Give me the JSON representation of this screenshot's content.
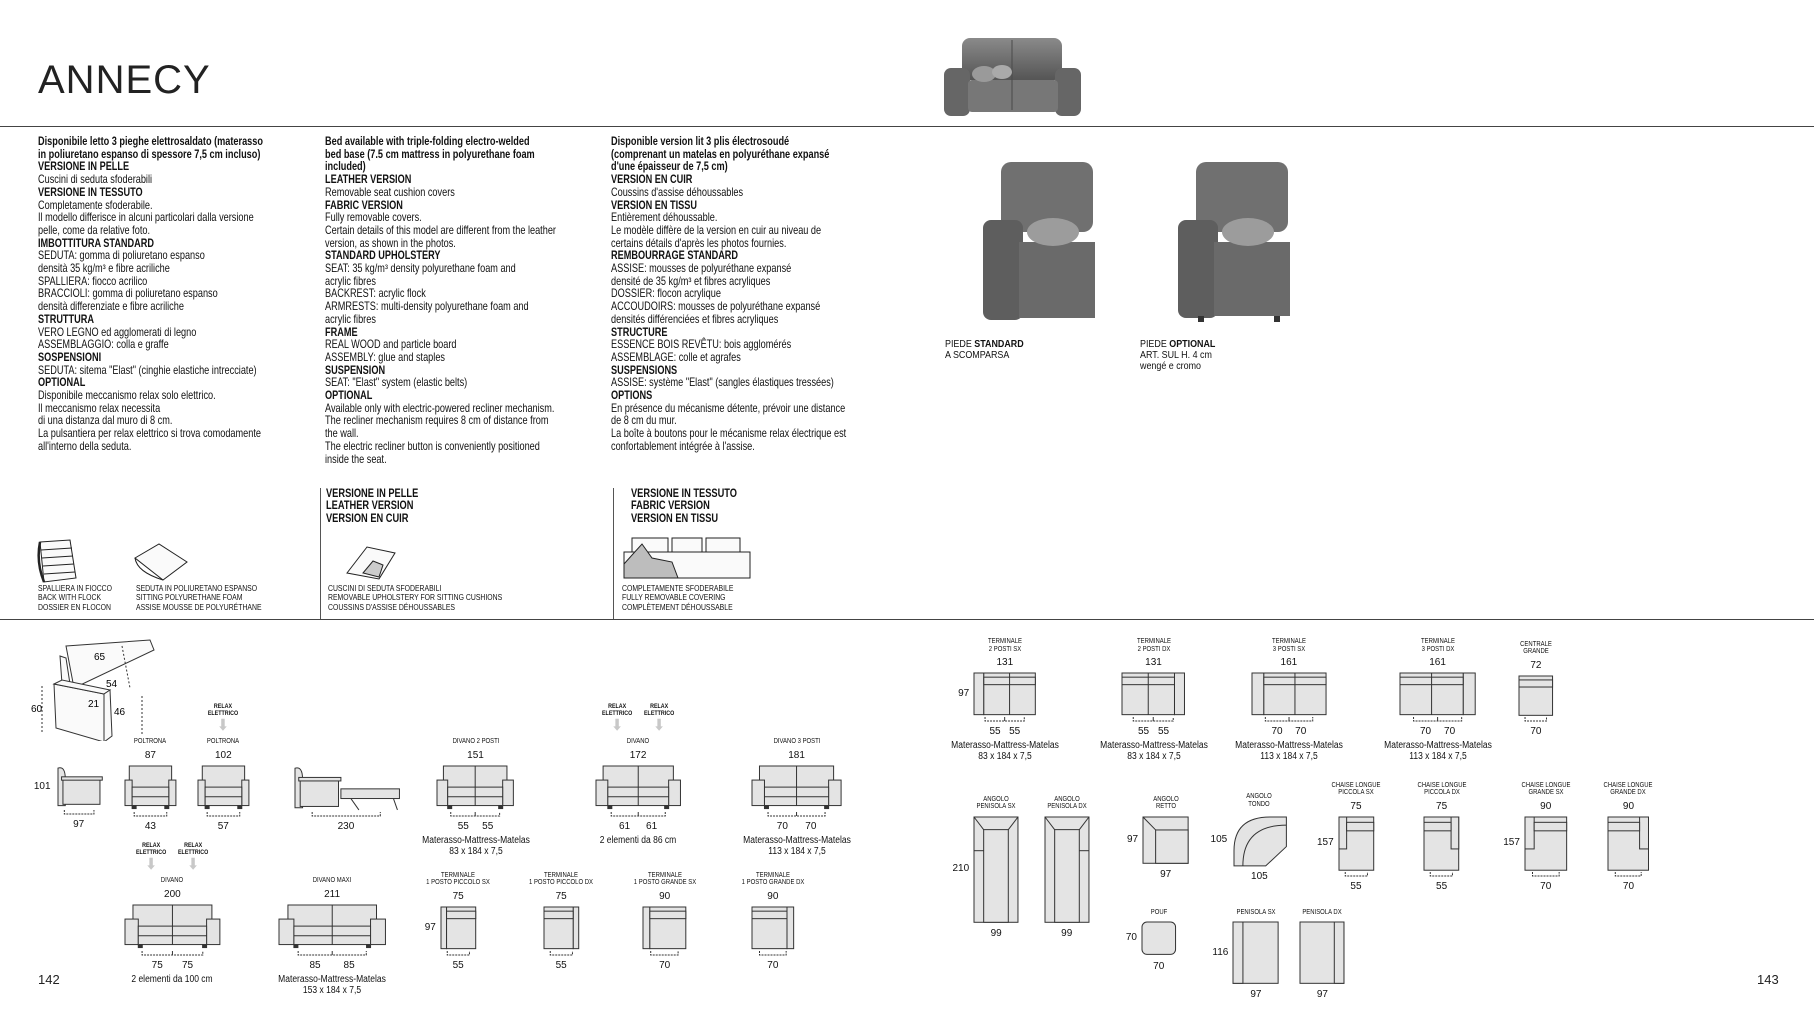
{
  "header": {
    "title": "ANNECY",
    "page_left": "142",
    "page_right": "143"
  },
  "columns": [
    {
      "lines": [
        {
          "h": "Disponibile letto 3 pieghe elettrosaldato (materasso"
        },
        {
          "h": "in poliuretano espanso di spessore 7,5 cm incluso)"
        },
        {
          "h": "VERSIONE IN PELLE"
        },
        "Cuscini di seduta sfoderabili",
        {
          "h": "VERSIONE IN TESSUTO"
        },
        "Completamente sfoderabile.",
        "Il modello differisce in alcuni particolari dalla versione",
        "pelle, come da relative foto.",
        {
          "h": "IMBOTTITURA STANDARD"
        },
        "SEDUTA: gomma di poliuretano espanso",
        "densità 35 kg/m³ e fibre acriliche",
        "SPALLIERA: fiocco acrilico",
        "BRACCIOLI: gomma di poliuretano espanso",
        "densità differenziate e fibre acriliche",
        {
          "h": "STRUTTURA"
        },
        "VERO LEGNO ed agglomerati di legno",
        "ASSEMBLAGGIO: colla e graffe",
        {
          "h": "SOSPENSIONI"
        },
        "SEDUTA: sitema \"Elast\" (cinghie elastiche intrecciate)",
        {
          "h": "OPTIONAL"
        },
        "Disponibile meccanismo relax solo elettrico.",
        "Il meccanismo relax necessita",
        "di una distanza dal muro di 8 cm.",
        "La pulsantiera per relax elettrico si trova comodamente",
        "all'interno della seduta."
      ]
    },
    {
      "lines": [
        {
          "h": "Bed available with triple-folding electro-welded"
        },
        {
          "h": "bed base (7.5 cm mattress in polyurethane foam"
        },
        {
          "h": "included)"
        },
        {
          "h": "LEATHER VERSION"
        },
        "Removable seat cushion covers",
        {
          "h": "FABRIC VERSION"
        },
        "Fully removable covers.",
        "Certain details of this model are different from the leather",
        "version, as shown in the photos.",
        {
          "h": "STANDARD UPHOLSTERY"
        },
        "SEAT: 35 kg/m³ density polyurethane foam and",
        "acrylic fibres",
        "BACKREST: acrylic flock",
        "ARMRESTS: multi-density polyurethane foam and",
        "acrylic fibres",
        {
          "h": "FRAME"
        },
        "REAL WOOD and particle board",
        "ASSEMBLY: glue and staples",
        {
          "h": "SUSPENSION"
        },
        "SEAT: \"Elast\" system (elastic belts)",
        {
          "h": "OPTIONAL"
        },
        "Available only with electric-powered recliner mechanism.",
        "The recliner mechanism requires 8 cm of distance from",
        "the wall.",
        "The electric recliner button is conveniently positioned",
        "inside the seat."
      ]
    },
    {
      "lines": [
        {
          "h": "Disponible version lit 3 plis électrosoudé"
        },
        {
          "h": "(comprenant un matelas en polyuréthane expansé"
        },
        {
          "h": "d'une épaisseur de 7,5 cm)"
        },
        {
          "h": "VERSION EN CUIR"
        },
        "Coussins d'assise déhoussables",
        {
          "h": "VERSION EN TISSU"
        },
        "Entièrement déhoussable.",
        "Le modèle diffère de la version en cuir au niveau de",
        "certains détails d'après les photos fournies.",
        {
          "h": "REMBOURRAGE STANDARD"
        },
        "ASSISE: mousses de polyuréthane expansé",
        "densité de 35 kg/m³ et fibres acryliques",
        "DOSSIER: flocon acrylique",
        "ACCOUDOIRS: mousses de polyuréthane expansé",
        "densités différenciées et fibres acryliques",
        {
          "h": "STRUCTURE"
        },
        "ESSENCE BOIS REVÊTU: bois agglomérés",
        "ASSEMBLAGE: colle et agrafes",
        {
          "h": "SUSPENSIONS"
        },
        "ASSISE: système \"Elast\" (sangles élastiques tressées)",
        {
          "h": "OPTIONS"
        },
        "En présence du mécanisme détente, prévoir une distance",
        "de 8 cm du mur.",
        "La boîte à boutons pour le mécanisme relax électrique est",
        "confortablement intégrée à l'assise."
      ]
    }
  ],
  "feet": [
    {
      "prefix": "PIEDE ",
      "strong": "STANDARD",
      "lines": [
        "A SCOMPARSA"
      ]
    },
    {
      "prefix": "PIEDE ",
      "strong": "OPTIONAL",
      "lines": [
        "ART. SUL H. 4 cm",
        "wengé e cromo"
      ]
    }
  ],
  "features": [
    {
      "icon": "flock-back-icon",
      "lines": [
        "Spalliera in fiocco",
        "Back with flock",
        "Dossier en flocon"
      ]
    },
    {
      "icon": "foam-seat-icon",
      "lines": [
        "Seduta in poliuretano espanso",
        "Sitting polyurethane foam",
        "Assise mousse de polyuréthane"
      ]
    },
    {
      "icon": "removable-cushion-icon",
      "lines": [
        "Cuscini di seduta sfoderabili",
        "Removable upholstery for sitting cushions",
        "Coussins d'assise déhoussables"
      ]
    },
    {
      "icon": "removable-sofa-cover-icon",
      "lines": [
        "Completamente sfoderabile",
        "Fully removable covering",
        "Complètement déhoussable"
      ]
    }
  ],
  "versions": [
    {
      "lines": [
        "VERSIONE IN PELLE",
        "LEATHER VERSION",
        "VERSION EN CUIR"
      ]
    },
    {
      "lines": [
        "VERSIONE IN TESSUTO",
        "FABRIC VERSION",
        "VERSION EN TISSU"
      ]
    }
  ],
  "perspective_dims": [
    "65",
    "54",
    "60",
    "21",
    "46"
  ],
  "relax_label": [
    "RELAX",
    "ELETTRICO"
  ],
  "diagrams": [
    {
      "id": "side-chair",
      "shape": "side-chair",
      "label": [],
      "left": "101",
      "bottom": [
        "97"
      ],
      "notes": []
    },
    {
      "id": "poltrona-87",
      "shape": "front-1",
      "label": [
        "POLTRONA"
      ],
      "top": "87",
      "bottom": [
        "43"
      ],
      "notes": []
    },
    {
      "id": "poltrona-102",
      "shape": "front-1",
      "relax": 1,
      "label": [
        "POLTRONA"
      ],
      "top": "102",
      "bottom": [
        "57"
      ],
      "notes": []
    },
    {
      "id": "letto",
      "shape": "side-bed",
      "label": [],
      "bottom": [
        "230"
      ],
      "notes": []
    },
    {
      "id": "divano-151",
      "shape": "front-2",
      "label": [
        "DIVANO 2 POSTI"
      ],
      "top": "151",
      "bottom": [
        "55",
        "55"
      ],
      "notes": [
        "Materasso-Mattress-Matelas",
        "83 x 184 x 7,5"
      ]
    },
    {
      "id": "divano-172",
      "shape": "front-2",
      "relax": 2,
      "label": [
        "DIVANO"
      ],
      "top": "172",
      "bottom": [
        "61",
        "61"
      ],
      "notes": [
        "2 elementi da 86 cm"
      ]
    },
    {
      "id": "divano-181",
      "shape": "front-2",
      "label": [
        "DIVANO 3 POSTI"
      ],
      "top": "181",
      "bottom": [
        "70",
        "70"
      ],
      "notes": [
        "Materasso-Mattress-Matelas",
        "113 x 184 x 7,5"
      ]
    },
    {
      "id": "divano-200",
      "shape": "front-2",
      "relax": 2,
      "label": [
        "DIVANO"
      ],
      "top": "200",
      "bottom": [
        "75",
        "75"
      ],
      "notes": [
        "2 elementi da 100 cm"
      ]
    },
    {
      "id": "divano-211",
      "shape": "front-2",
      "label": [
        "DIVANO MAXI"
      ],
      "top": "211",
      "bottom": [
        "85",
        "85"
      ],
      "notes": [
        "Materasso-Mattress-Matelas",
        "153 x 184 x 7,5"
      ]
    },
    {
      "id": "t1-psx",
      "shape": "top-L1",
      "label": [
        "TERMINALE",
        "1 POSTO PICCOLO SX"
      ],
      "top": "75",
      "left": "97",
      "bottom": [
        "55"
      ],
      "notes": []
    },
    {
      "id": "t1-pdx",
      "shape": "top-R1",
      "label": [
        "TERMINALE",
        "1 POSTO PICCOLO DX"
      ],
      "top": "75",
      "bottom": [
        "55"
      ],
      "notes": []
    },
    {
      "id": "t1-gsx",
      "shape": "top-L1",
      "label": [
        "TERMINALE",
        "1 POSTO GRANDE SX"
      ],
      "top": "90",
      "bottom": [
        "70"
      ],
      "notes": []
    },
    {
      "id": "t1-gdx",
      "shape": "top-R1",
      "label": [
        "TERMINALE",
        "1 POSTO GRANDE DX"
      ],
      "top": "90",
      "bottom": [
        "70"
      ],
      "notes": []
    },
    {
      "id": "t2-sx",
      "shape": "top-L2",
      "label": [
        "TERMINALE",
        "2 POSTI SX"
      ],
      "top": "131",
      "left": "97",
      "bottom": [
        "55",
        "55"
      ],
      "notes": [
        "Materasso-Mattress-Matelas",
        "83 x 184 x 7,5"
      ]
    },
    {
      "id": "t2-dx",
      "shape": "top-R2",
      "label": [
        "TERMINALE",
        "2 POSTI DX"
      ],
      "top": "131",
      "bottom": [
        "55",
        "55"
      ],
      "notes": [
        "Materasso-Mattress-Matelas",
        "83 x 184 x 7,5"
      ]
    },
    {
      "id": "t3-sx",
      "shape": "top-L2",
      "label": [
        "TERMINALE",
        "3 POSTI SX"
      ],
      "top": "161",
      "bottom": [
        "70",
        "70"
      ],
      "notes": [
        "Materasso-Mattress-Matelas",
        "113 x 184 x 7,5"
      ]
    },
    {
      "id": "t3-dx",
      "shape": "top-R2",
      "label": [
        "TERMINALE",
        "3 POSTI DX"
      ],
      "top": "161",
      "bottom": [
        "70",
        "70"
      ],
      "notes": [
        "Materasso-Mattress-Matelas",
        "113 x 184 x 7,5"
      ]
    },
    {
      "id": "centrale-grande",
      "shape": "top-N1",
      "label": [
        "CENTRALE",
        "GRANDE"
      ],
      "top": "72",
      "bottom": [
        "70"
      ],
      "notes": []
    },
    {
      "id": "angolo-penisola-sx",
      "shape": "penisola-L",
      "label": [
        "ANGOLO",
        "PENISOLA SX"
      ],
      "left": "210",
      "bottom": [
        "99"
      ],
      "nobracket": true,
      "notes": []
    },
    {
      "id": "angolo-penisola-dx",
      "shape": "penisola-R",
      "label": [
        "ANGOLO",
        "PENISOLA DX"
      ],
      "bottom": [
        "99"
      ],
      "nobracket": true,
      "notes": []
    },
    {
      "id": "angolo-retto",
      "shape": "retto",
      "label": [
        "ANGOLO",
        "RETTO"
      ],
      "left": "97",
      "bottom": [
        "97"
      ],
      "nobracket": true,
      "notes": []
    },
    {
      "id": "angolo-tondo",
      "shape": "tondo",
      "label": [
        "ANGOLO",
        "TONDO"
      ],
      "left": "105",
      "bottom": [
        "105"
      ],
      "nobracket": true,
      "notes": []
    },
    {
      "id": "chaise-piccola-sx",
      "shape": "chaise-L",
      "label": [
        "CHAISE LONGUE",
        "PICCOLA SX"
      ],
      "top": "75",
      "left": "157",
      "bottom": [
        "55"
      ],
      "notes": []
    },
    {
      "id": "chaise-piccola-dx",
      "shape": "chaise-R",
      "label": [
        "CHAISE LONGUE",
        "PICCOLA DX"
      ],
      "top": "75",
      "bottom": [
        "55"
      ],
      "notes": []
    },
    {
      "id": "chaise-grande-sx",
      "shape": "chaise-L",
      "label": [
        "CHAISE LONGUE",
        "GRANDE SX"
      ],
      "top": "90",
      "left": "157",
      "bottom": [
        "70"
      ],
      "notes": []
    },
    {
      "id": "chaise-grande-dx",
      "shape": "chaise-R",
      "label": [
        "CHAISE LONGUE",
        "GRANDE DX"
      ],
      "top": "90",
      "bottom": [
        "70"
      ],
      "notes": []
    },
    {
      "id": "pouf",
      "shape": "pouf",
      "label": [
        "POUF"
      ],
      "left": "70",
      "bottom": [
        "70"
      ],
      "nobracket": true,
      "notes": []
    },
    {
      "id": "penisola-sx",
      "shape": "end-L",
      "label": [
        "PENISOLA SX"
      ],
      "left": "116",
      "bottom": [
        "97"
      ],
      "nobracket": true,
      "notes": []
    },
    {
      "id": "penisola-dx",
      "shape": "end-R",
      "label": [
        "PENISOLA DX"
      ],
      "bottom": [
        "97"
      ],
      "nobracket": true,
      "notes": []
    }
  ],
  "colors": {
    "fill": "#e4e4e4",
    "stroke": "#333333",
    "photo": "#6d6d6d"
  }
}
